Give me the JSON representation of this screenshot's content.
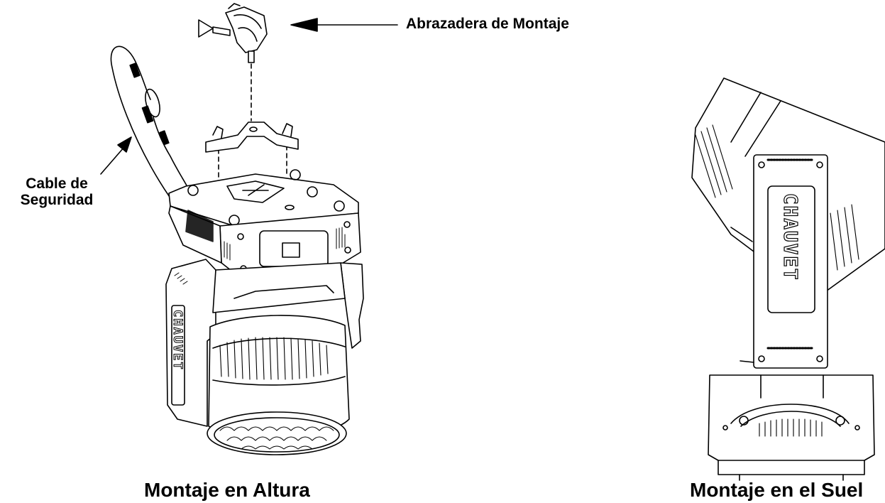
{
  "labels": {
    "clamp": "Abrazadera de Montaje",
    "safety_cable_line1": "Cable de",
    "safety_cable_line2": "Seguridad",
    "caption_overhead": "Montaje en Altura",
    "caption_floor": "Montaje en el Suel"
  },
  "brand": {
    "left_fixture": "CHAUVET",
    "right_fixture": "CHAUVET"
  },
  "colors": {
    "line": "#000000",
    "background": "#ffffff"
  }
}
